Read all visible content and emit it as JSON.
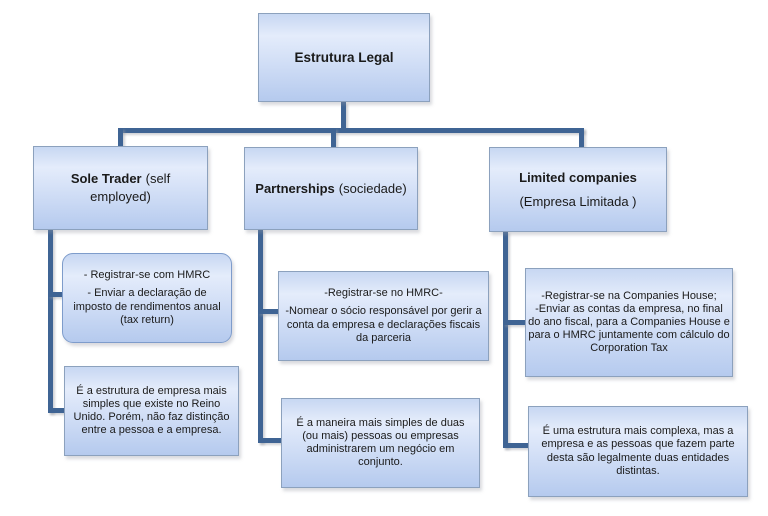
{
  "diagram": {
    "title": "Estrutura Legal",
    "colors": {
      "box_fill_light": "#e4ecfb",
      "box_fill_dark": "#b5caee",
      "box_border": "#8ca1bd",
      "connector": "#3f6494",
      "text": "#1a1a1a",
      "background": "#ffffff"
    },
    "branches": [
      {
        "name": "sole-trader",
        "heading": {
          "bold": "Sole Trader",
          "rest": "(self employed)"
        },
        "notes": [
          {
            "shape": "rounded",
            "paragraphs": [
              "- Registrar-se com HMRC",
              "- Enviar a declaração de imposto de rendimentos anual (tax return)"
            ]
          },
          {
            "shape": "rect",
            "paragraphs": [
              "É a estrutura de empresa mais simples que existe no Reino Unido. Porém, não faz distinção entre a pessoa e a empresa."
            ]
          }
        ]
      },
      {
        "name": "partnerships",
        "heading": {
          "bold": "Partnerships",
          "rest": "(sociedade)"
        },
        "notes": [
          {
            "shape": "rect",
            "paragraphs": [
              "-Registrar-se no HMRC-",
              "-Nomear o sócio responsável por gerir a conta da empresa e declarações fiscais da parceria"
            ]
          },
          {
            "shape": "rect",
            "paragraphs": [
              "É a maneira mais simples de duas (ou mais) pessoas ou empresas administrarem um negócio em conjunto."
            ]
          }
        ]
      },
      {
        "name": "limited-companies",
        "heading": {
          "bold": "Limited companies",
          "rest": "(Empresa Limitada )"
        },
        "notes": [
          {
            "shape": "rect",
            "paragraphs": [
              "-Registrar-se na Companies House;",
              "-Enviar as contas da empresa, no final do ano fiscal, para a Companies House e para o HMRC juntamente com cálculo do Corporation Tax"
            ]
          },
          {
            "shape": "rect",
            "paragraphs": [
              "É uma estrutura mais complexa, mas a empresa e as pessoas que fazem parte desta são legalmente duas entidades distintas."
            ]
          }
        ]
      }
    ]
  }
}
